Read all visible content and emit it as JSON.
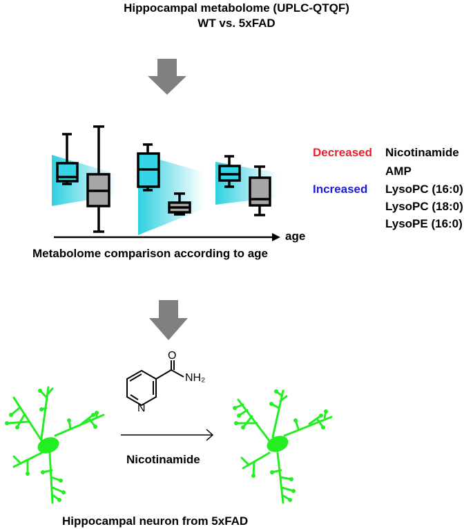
{
  "header": {
    "title_line1": "Hippocampal metabolome (UPLC-QTQF)",
    "title_line2": "WT vs. 5xFAD"
  },
  "comparison": {
    "axis_label": "age",
    "caption": "Metabolome comparison according to age"
  },
  "legend": {
    "decreased_label": "Decreased",
    "decreased_items": [
      "Nicotinamide",
      "AMP"
    ],
    "increased_label": "Increased",
    "increased_items": [
      "LysoPC (16:0)",
      "LysoPC (18:0)",
      "LysoPE (16:0)"
    ]
  },
  "treatment": {
    "molecule_label_nh2": "NH₂",
    "molecule_label_o": "O",
    "molecule_label_n": "N",
    "arrow_label": "Nicotinamide",
    "caption": "Hippocampal neuron from 5xFAD"
  },
  "colors": {
    "arrow": "#808080",
    "wt_box": "#35d4e6",
    "fad_box": "#a6a6a6",
    "fan_gradient": "#2fd0e0",
    "neuron": "#22ee22",
    "decreased": "#e8202a",
    "increased": "#1a1adf"
  }
}
